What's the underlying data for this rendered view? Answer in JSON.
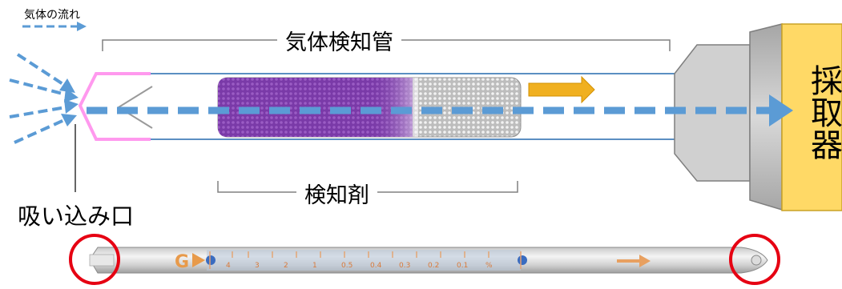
{
  "legend": {
    "flow_label": "気体の流れ"
  },
  "labels": {
    "gas_detector_tube": "気体検知管",
    "detecting_agent": "検知剤",
    "intake_port": "吸い込み口",
    "sampler": "採取器"
  },
  "photo_tube": {
    "letter": "G",
    "scale_marks": [
      "4",
      "3",
      "2",
      "1",
      "0.5",
      "0.4",
      "0.3",
      "0.2",
      "0.1",
      "%"
    ]
  },
  "colors": {
    "flow_arrow": "#5b9bd5",
    "sampler_body": "#ffd966",
    "agent_reacted": "#7030a0",
    "inlet": "#ff99ee",
    "direction_arrow": "#f0b020",
    "highlight_circle": "#e60012"
  }
}
